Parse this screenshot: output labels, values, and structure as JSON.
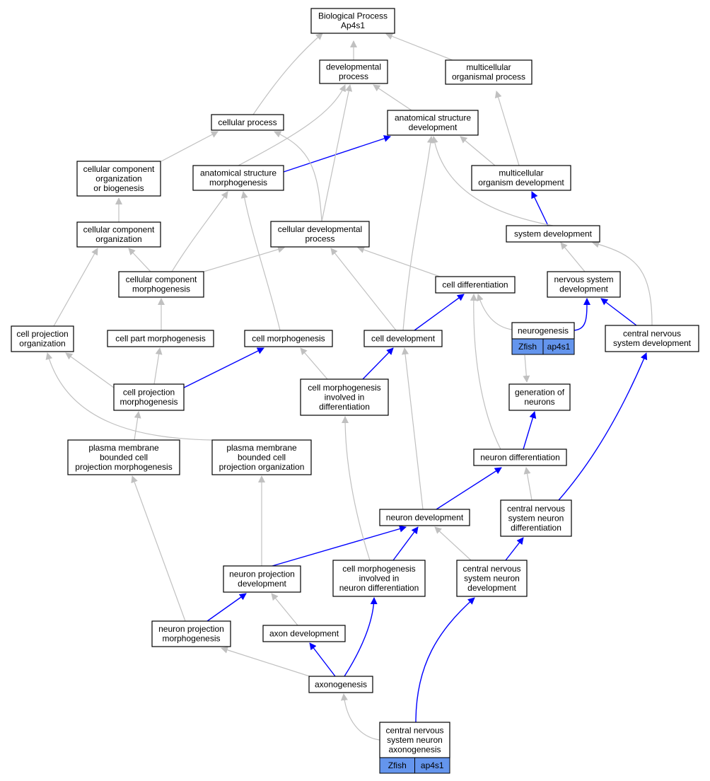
{
  "colors": {
    "edge_gray": "#c0c0c0",
    "edge_blue": "#0000ff",
    "tag_fill": "#6495ed",
    "node_border": "#000000"
  },
  "nodes": {
    "bp": [
      "Biological Process",
      "Ap4s1"
    ],
    "devproc": [
      "developmental",
      "process"
    ],
    "multiproc": [
      "multicellular",
      "organismal process"
    ],
    "cellproc": [
      "cellular process"
    ],
    "anatdev": [
      "anatomical structure",
      "development"
    ],
    "cco_bio": [
      "cellular component",
      "organization",
      "or biogenesis"
    ],
    "anatmorph": [
      "anatomical structure",
      "morphogenesis"
    ],
    "multidev": [
      "multicellular",
      "organism development"
    ],
    "cco": [
      "cellular component",
      "organization"
    ],
    "celldevproc": [
      "cellular developmental",
      "process"
    ],
    "sysdev": [
      "system development"
    ],
    "ccmorph": [
      "cellular component",
      "morphogenesis"
    ],
    "celldiff": [
      "cell differentiation"
    ],
    "nsdev": [
      "nervous system",
      "development"
    ],
    "cpo": [
      "cell projection",
      "organization"
    ],
    "cellpart": [
      "cell part morphogenesis"
    ],
    "cellmorph": [
      "cell morphogenesis"
    ],
    "celldev": [
      "cell development"
    ],
    "neurogenesis": [
      "neurogenesis"
    ],
    "cnsdev": [
      "central nervous",
      "system development"
    ],
    "cpm": [
      "cell projection",
      "morphogenesis"
    ],
    "cmid": [
      "cell morphogenesis",
      "involved in",
      "differentiation"
    ],
    "genneur": [
      "generation of",
      "neurons"
    ],
    "pmbcpm": [
      "plasma membrane",
      "bounded cell",
      "projection morphogenesis"
    ],
    "pmbcpo": [
      "plasma membrane",
      "bounded cell",
      "projection organization"
    ],
    "neurdiff": [
      "neuron differentiation"
    ],
    "neurdev": [
      "neuron development"
    ],
    "cnsnd": [
      "central nervous",
      "system neuron",
      "differentiation"
    ],
    "npd": [
      "neuron projection",
      "development"
    ],
    "cmind": [
      "cell morphogenesis",
      "involved in",
      "neuron differentiation"
    ],
    "cnsndev": [
      "central nervous",
      "system neuron",
      "development"
    ],
    "npm": [
      "neuron projection",
      "morphogenesis"
    ],
    "axondev": [
      "axon development"
    ],
    "axonogenesis": [
      "axonogenesis"
    ],
    "cnsnax": [
      "central nervous",
      "system neuron",
      "axonogenesis"
    ]
  },
  "tags": {
    "neurogenesis": [
      "Zfish",
      "ap4s1"
    ],
    "cnsnax": [
      "Zfish",
      "ap4s1"
    ]
  }
}
